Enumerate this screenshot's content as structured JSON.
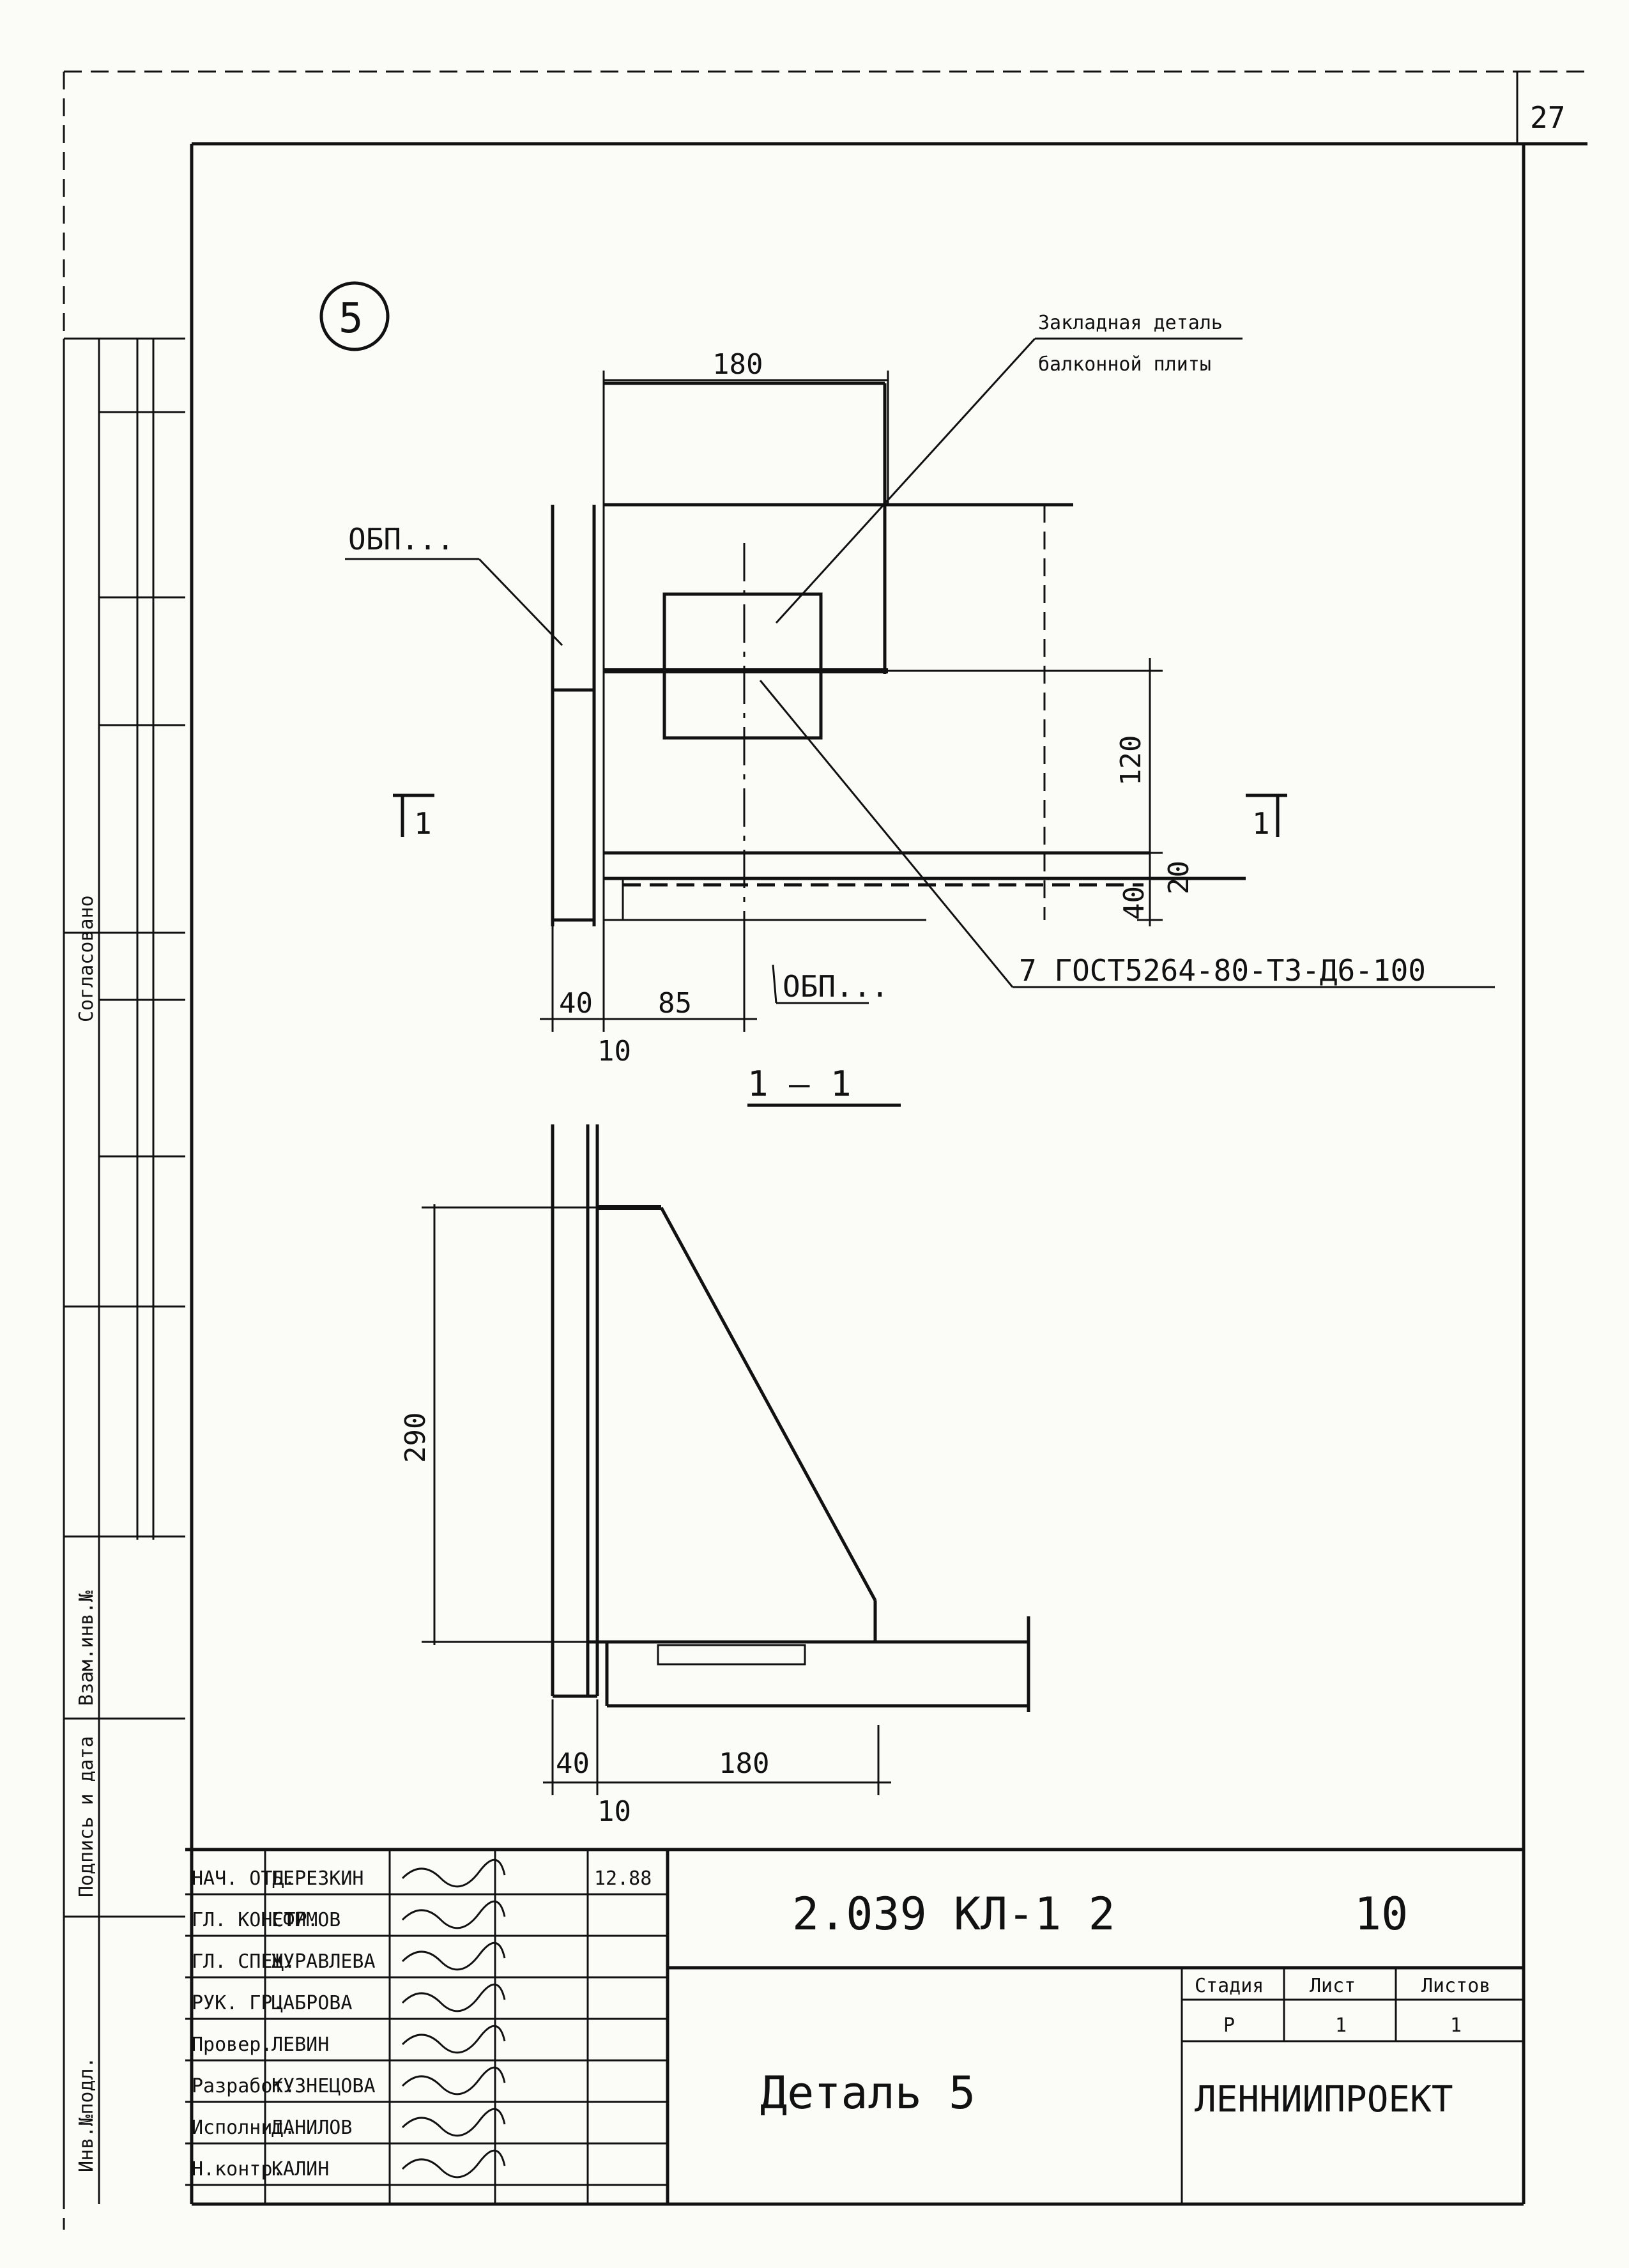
{
  "sheet_number": "27",
  "detail_mark": "5",
  "labels": {
    "embedded_part_line1": "Закладная деталь",
    "embedded_part_line2": "балконной плиты",
    "panel_top": "ОБП...",
    "panel_bottom": "ОБП...",
    "weld_note": "7 ГОСТ5264-80-Т3-Д6-100",
    "section_left": "1",
    "section_right": "1",
    "section_title": "1 — 1"
  },
  "dimensions": {
    "top_width": "180",
    "d120": "120",
    "d20": "20",
    "d40_right": "40",
    "d40_bottom_left": "40",
    "d85": "85",
    "d10": "10",
    "d290": "290",
    "d40_lower": "40",
    "d180_lower": "180",
    "d10_lower": "10"
  },
  "side_stamp": {
    "agreed": "Согласовано",
    "replace_inv": "Взам.инв.№",
    "sign_date": "Подпись и дата",
    "inv_orig": "Инв.№подл."
  },
  "title_block": {
    "code": "2.039   КЛ-1   2",
    "code_suffix": "10",
    "title": "Деталь 5",
    "org": "ЛЕННИИПРОЕКТ",
    "stage_label": "Стадия",
    "sheet_label": "Лист",
    "sheets_label": "Листов",
    "stage": "Р",
    "sheet": "1",
    "sheets": "1",
    "rows": [
      {
        "role": "НАЧ. ОТД.",
        "name": "БЕРЕЗКИН"
      },
      {
        "role": "ГЛ. КОНСТР.",
        "name": "ЕФИМОВ"
      },
      {
        "role": "ГЛ. СПЕЦ.",
        "name": "ЖУРАВЛЕВА"
      },
      {
        "role": "РУК. ГР.",
        "name": "ЦАБРОВА"
      },
      {
        "role": "Провер.",
        "name": "ЛЕВИН"
      },
      {
        "role": "Разработ.",
        "name": "КУЗНЕЦОВА"
      },
      {
        "role": "Исполнит.",
        "name": "ДАНИЛОВ"
      },
      {
        "role": "Н.контр.",
        "name": "КАЛИН"
      }
    ],
    "date": "12.88"
  }
}
